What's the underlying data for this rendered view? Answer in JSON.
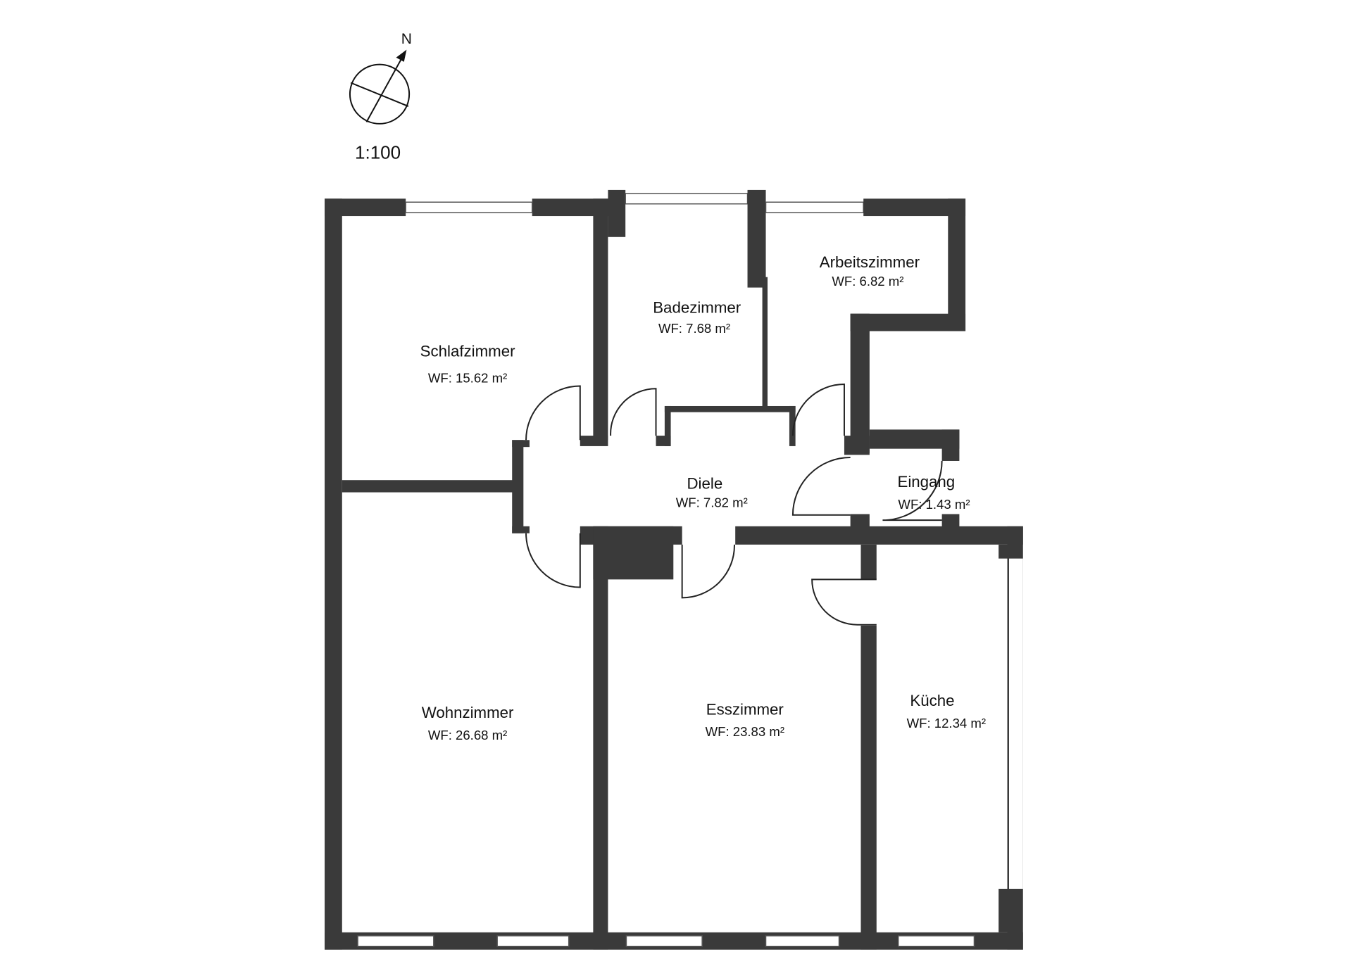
{
  "compass": {
    "north_label": "N",
    "icon": "north-arrow-compass-icon"
  },
  "scale": "1:100",
  "wall_color": "#3a3a3a",
  "rooms": [
    {
      "name": "Schlafzimmer",
      "area": "WF: 15.62 m²"
    },
    {
      "name": "Badezimmer",
      "area": "WF: 7.68 m²"
    },
    {
      "name": "Arbeitszimmer",
      "area": "WF: 6.82 m²"
    },
    {
      "name": "Diele",
      "area": "WF: 7.82 m²"
    },
    {
      "name": "Eingang",
      "area": "WF: 1.43 m²"
    },
    {
      "name": "Wohnzimmer",
      "area": "WF: 26.68 m²"
    },
    {
      "name": "Esszimmer",
      "area": "WF: 23.83 m²"
    },
    {
      "name": "Küche",
      "area": "WF: 12.34 m²"
    }
  ]
}
